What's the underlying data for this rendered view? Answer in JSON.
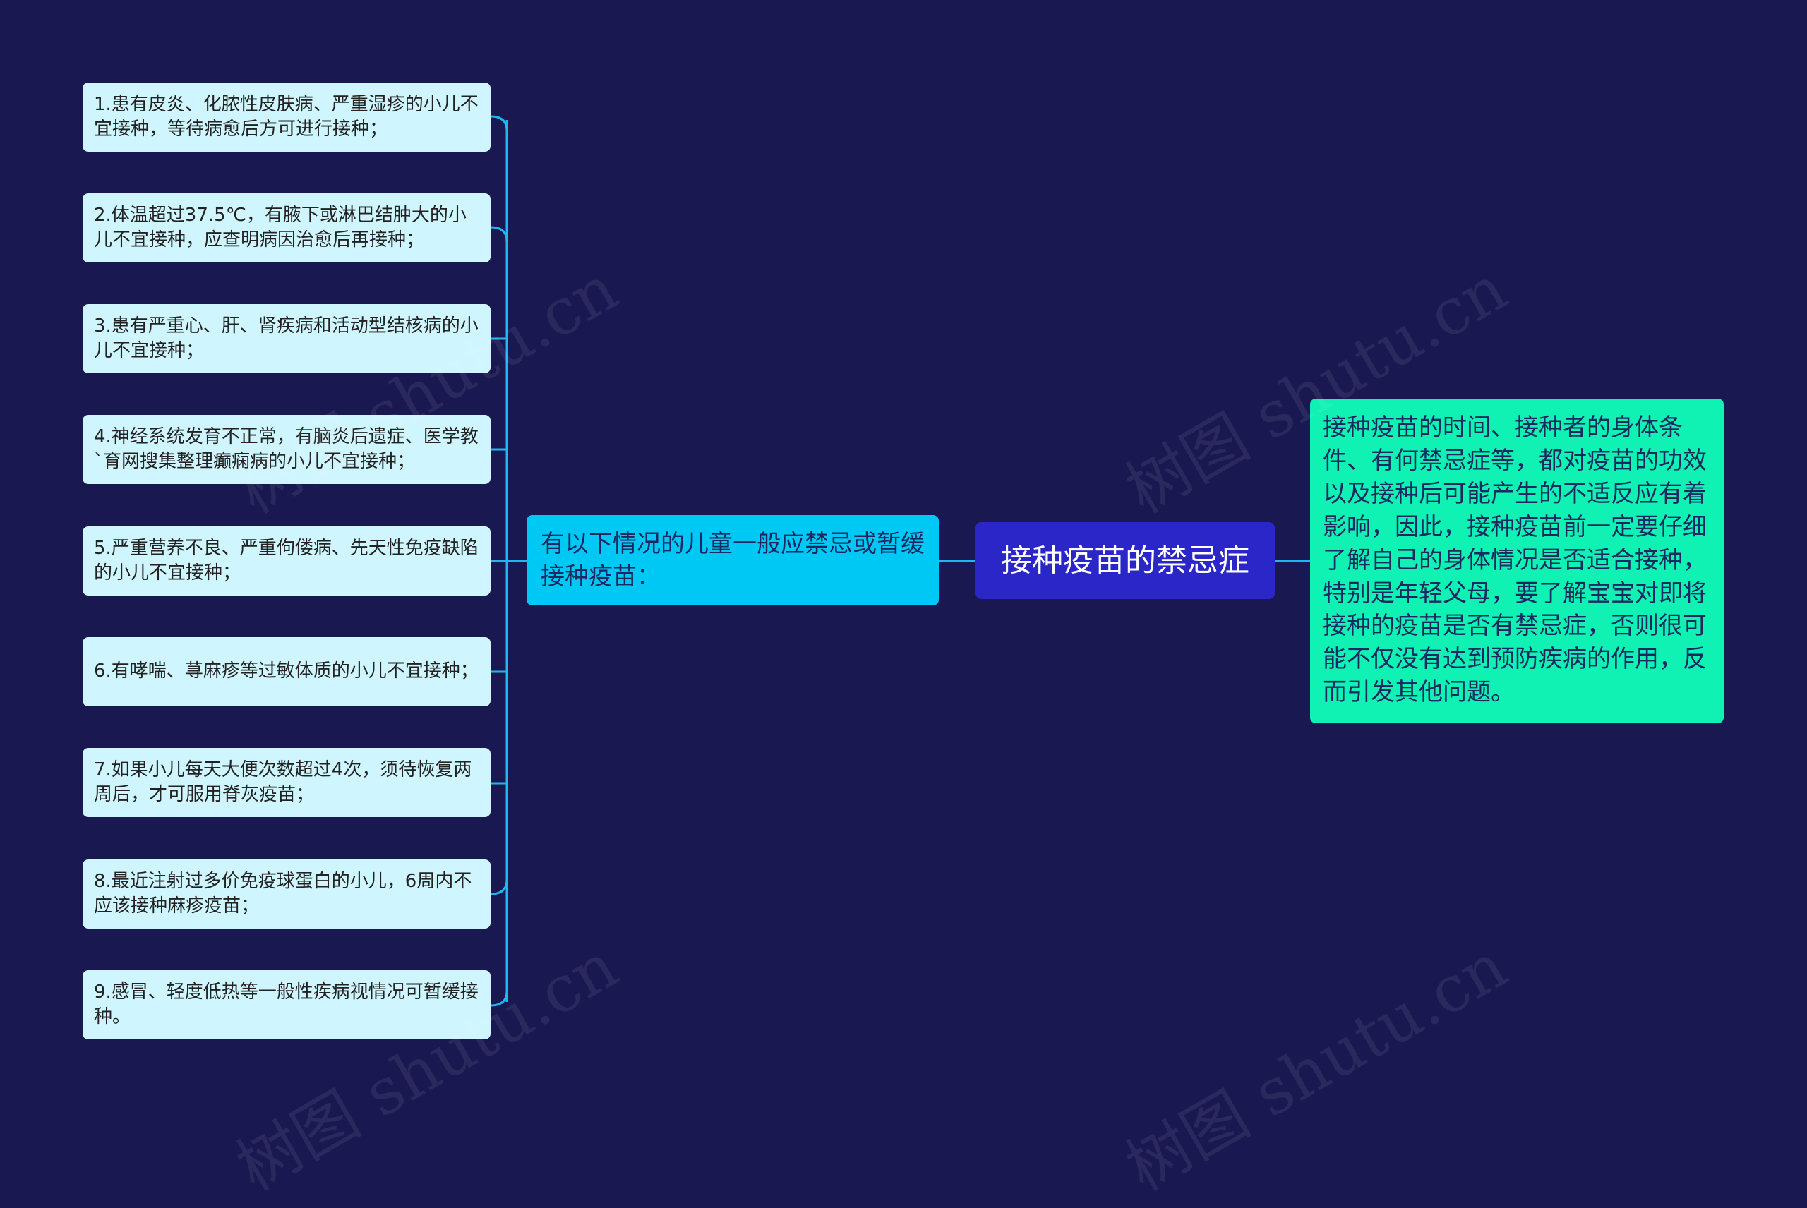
{
  "colors": {
    "background": "#1a1850",
    "connector": "#1eb7f0",
    "leaf_fill": "#cff6fe",
    "branch_fill": "#00c8f5",
    "root_fill": "#2b26c8",
    "desc_fill": "#0ff2b4"
  },
  "root": {
    "title": "接种疫苗的禁忌症"
  },
  "branch": {
    "text": "有以下情况的儿童一般应禁忌或暂缓接种疫苗："
  },
  "description": {
    "text": "接种疫苗的时间、接种者的身体条件、有何禁忌症等，都对疫苗的功效以及接种后可能产生的不适反应有着影响，因此，接种疫苗前一定要仔细了解自己的身体情况是否适合接种，特别是年轻父母，要了解宝宝对即将接种的疫苗是否有禁忌症，否则很可能不仅没有达到预防疾病的作用，反而引发其他问题。"
  },
  "items": [
    {
      "text": "1.患有皮炎、化脓性皮肤病、严重湿疹的小儿不宜接种，等待病愈后方可进行接种；"
    },
    {
      "text": "2.体温超过37.5℃，有腋下或淋巴结肿大的小儿不宜接种，应查明病因治愈后再接种；"
    },
    {
      "text": "3.患有严重心、肝、肾疾病和活动型结核病的小儿不宜接种；"
    },
    {
      "text": "4.神经系统发育不正常，有脑炎后遗症、医学教`育网搜集整理癫痫病的小儿不宜接种；"
    },
    {
      "text": "5.严重营养不良、严重佝偻病、先天性免疫缺陷的小儿不宜接种；"
    },
    {
      "text": "6.有哮喘、荨麻疹等过敏体质的小儿不宜接种；"
    },
    {
      "text": "7.如果小儿每天大便次数超过4次，须待恢复两周后，才可服用脊灰疫苗；"
    },
    {
      "text": "8.最近注射过多价免疫球蛋白的小儿，6周内不应该接种麻疹疫苗；"
    },
    {
      "text": "9.感冒、轻度低热等一般性疾病视情况可暂缓接种。"
    }
  ],
  "watermark": {
    "text": "树图 shutu.cn"
  }
}
